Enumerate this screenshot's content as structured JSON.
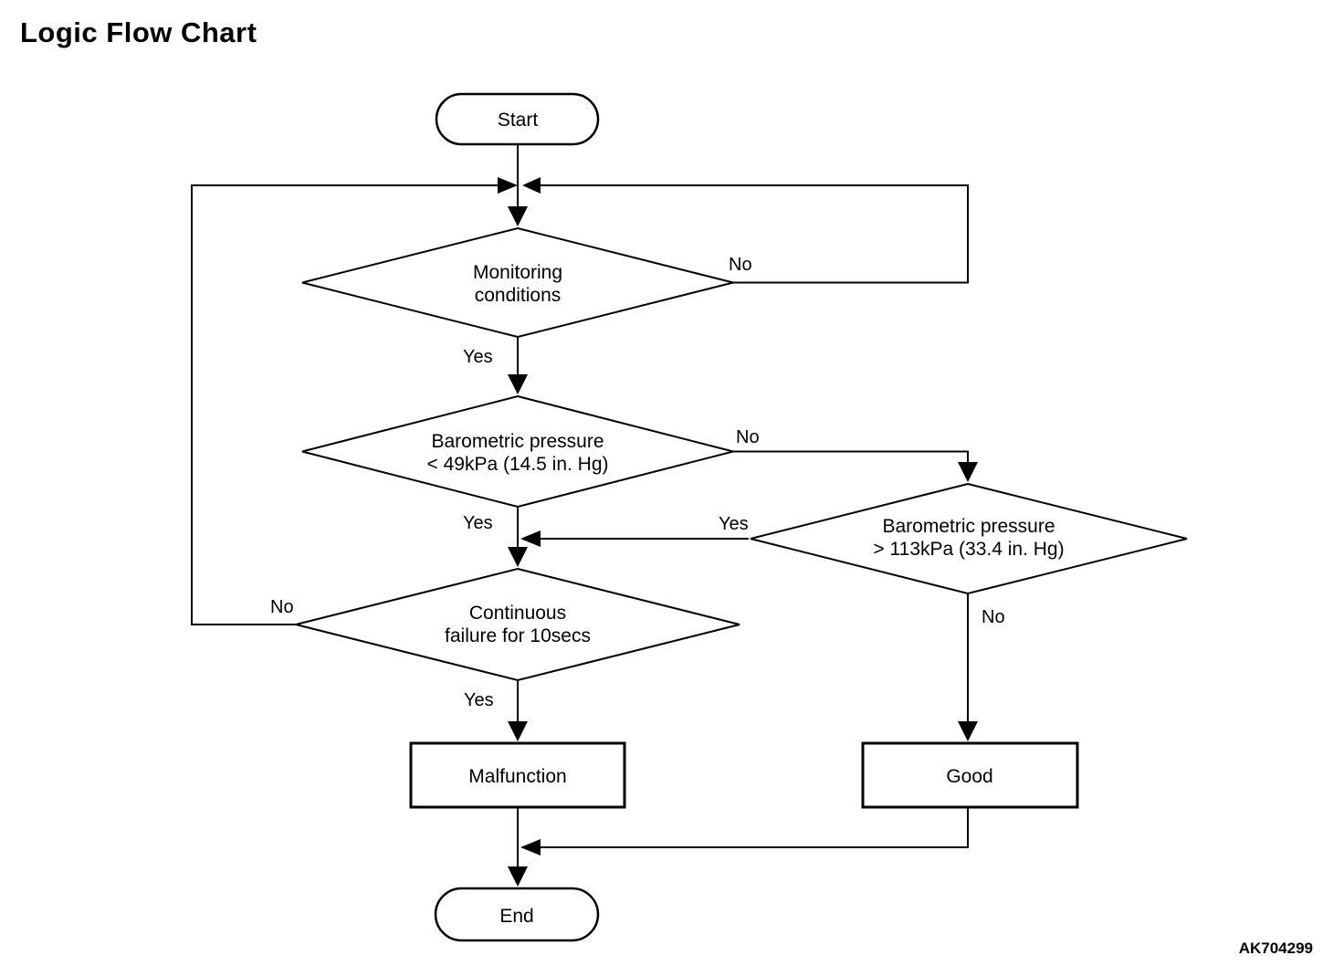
{
  "title": "Logic Flow Chart",
  "figure_code": "AK704299",
  "colors": {
    "ink": "#000000",
    "paper": "#ffffff"
  },
  "flowchart": {
    "nodes": {
      "start": {
        "type": "terminator",
        "label": "Start"
      },
      "monitoring": {
        "type": "decision",
        "line1": "Monitoring",
        "line2": "conditions"
      },
      "baro_low": {
        "type": "decision",
        "line1": "Barometric pressure",
        "line2": "< 49kPa (14.5 in. Hg)"
      },
      "baro_high": {
        "type": "decision",
        "line1": "Barometric pressure",
        "line2": "> 113kPa (33.4 in. Hg)"
      },
      "continuous": {
        "type": "decision",
        "line1": "Continuous",
        "line2": "failure for 10secs"
      },
      "malfunction": {
        "type": "process",
        "label": "Malfunction"
      },
      "good": {
        "type": "process",
        "label": "Good"
      },
      "end": {
        "type": "terminator",
        "label": "End"
      }
    },
    "edges": {
      "start_to_monitoring": {
        "from": "start",
        "to": "monitoring"
      },
      "monitoring_no": {
        "label": "No",
        "from": "monitoring",
        "to": "merge_above_monitoring"
      },
      "monitoring_yes": {
        "label": "Yes",
        "from": "monitoring",
        "to": "baro_low"
      },
      "baro_low_no": {
        "label": "No",
        "from": "baro_low",
        "to": "baro_high"
      },
      "baro_low_yes": {
        "label": "Yes",
        "from": "baro_low",
        "to": "continuous"
      },
      "baro_high_yes": {
        "label": "Yes",
        "from": "baro_high",
        "to": "continuous"
      },
      "baro_high_no": {
        "label": "No",
        "from": "baro_high",
        "to": "good"
      },
      "continuous_no": {
        "label": "No",
        "from": "continuous",
        "to": "merge_above_monitoring"
      },
      "continuous_yes": {
        "label": "Yes",
        "from": "continuous",
        "to": "malfunction"
      },
      "malfunction_to_end": {
        "from": "malfunction",
        "to": "end"
      },
      "good_to_end": {
        "from": "good",
        "to": "end"
      }
    }
  }
}
